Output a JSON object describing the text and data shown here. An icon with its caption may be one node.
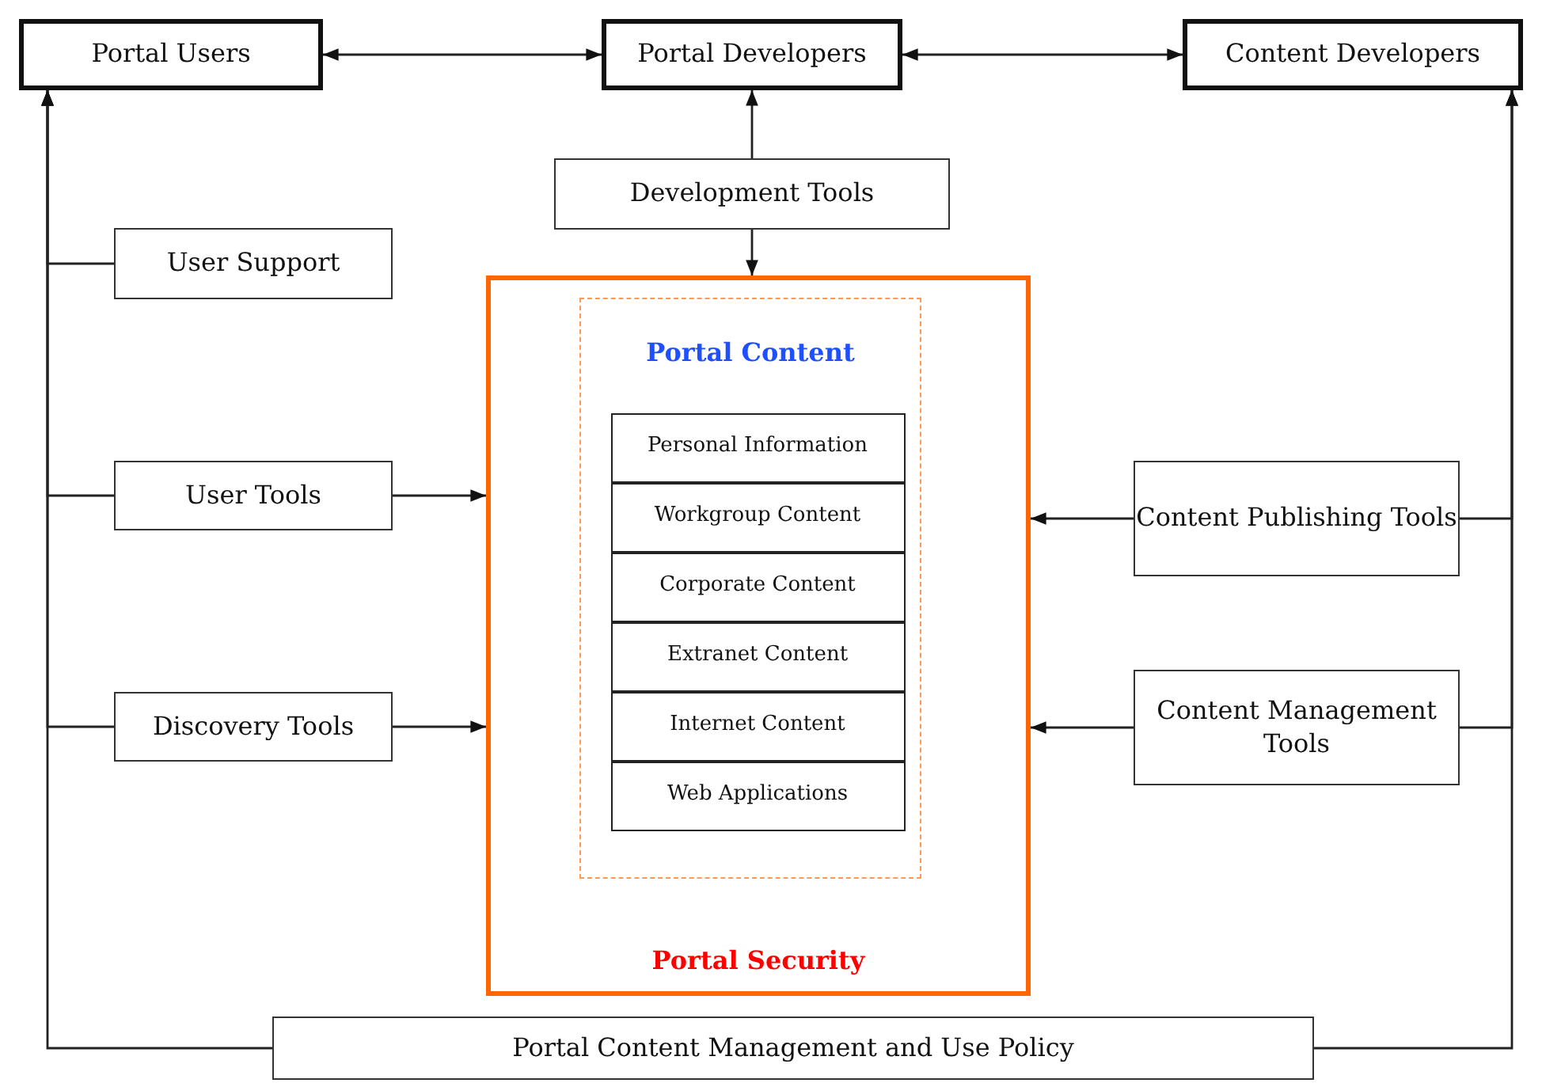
{
  "diagram": {
    "nodes": [
      {
        "text": [
          "Portal Users"
        ]
      },
      {
        "text": [
          "Portal Developers"
        ]
      },
      {
        "text": [
          "Content Developers"
        ]
      },
      {
        "text": [
          "Development Tools"
        ]
      },
      {
        "text": [
          "User Support"
        ]
      },
      {
        "text": [
          "User Tools"
        ]
      },
      {
        "text": [
          "Discovery Tools"
        ]
      },
      {
        "text": [
          "Portal Security"
        ]
      },
      {
        "text": [
          "Portal Content"
        ],
        "in": 7
      },
      {
        "text": [
          "Personal Information"
        ],
        "in": 8
      },
      {
        "text": [
          "Workgroup Content"
        ],
        "in": 8
      },
      {
        "text": [
          "Corporate Content"
        ],
        "in": 8
      },
      {
        "text": [
          "Extranet Content"
        ],
        "in": 8
      },
      {
        "text": [
          "Internet Content"
        ],
        "in": 8
      },
      {
        "text": [
          "Web Applications"
        ],
        "in": 8
      },
      {
        "text": [
          "Content Publishing Tools"
        ]
      },
      {
        "text": [
          "Content Management Tools"
        ]
      },
      {
        "text": [
          "Portal Content Management and Use Policy"
        ]
      }
    ],
    "edges": [
      {
        "from": 0,
        "to": 1,
        "arrow": "both"
      },
      {
        "from": 1,
        "to": 2,
        "arrow": "both"
      },
      {
        "from": 3,
        "to": 1,
        "arrow": "to"
      },
      {
        "from": 3,
        "to": 7,
        "arrow": "to"
      },
      {
        "from": 4,
        "to": 0,
        "arrow": "to"
      },
      {
        "from": 5,
        "to": 0,
        "arrow": "to"
      },
      {
        "from": 5,
        "to": 7,
        "arrow": "to"
      },
      {
        "from": 6,
        "to": 0,
        "arrow": "to"
      },
      {
        "from": 6,
        "to": 7,
        "arrow": "to"
      },
      {
        "from": 15,
        "to": 7,
        "arrow": "to"
      },
      {
        "from": 15,
        "to": 2,
        "arrow": "to"
      },
      {
        "from": 16,
        "to": 7,
        "arrow": "to"
      },
      {
        "from": 16,
        "to": 2,
        "arrow": "to"
      },
      {
        "from": 17,
        "to": 0,
        "arrow": "to"
      },
      {
        "from": 17,
        "to": 2,
        "arrow": "to"
      }
    ]
  }
}
